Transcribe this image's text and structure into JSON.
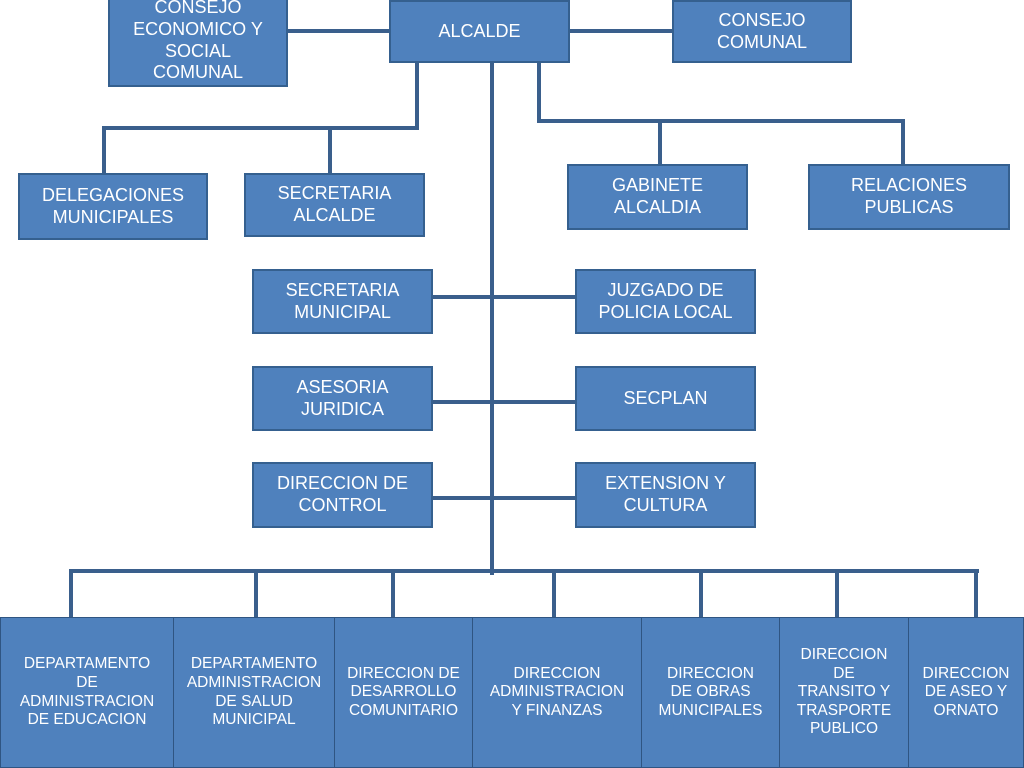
{
  "org_chart": {
    "top": {
      "consejo_economico": "CONSEJO\nECONOMICO Y\nSOCIAL\nCOMUNAL",
      "alcalde": "ALCALDE",
      "consejo_comunal": "CONSEJO\nCOMUNAL"
    },
    "second": {
      "delegaciones": "DELEGACIONES\nMUNICIPALES",
      "secretaria_alcalde": "SECRETARIA\nALCALDE",
      "gabinete": "GABINETE\nALCALDIA",
      "relaciones": "RELACIONES\nPUBLICAS"
    },
    "middle_left": {
      "secretaria_municipal": "SECRETARIA\nMUNICIPAL",
      "asesoria": "ASESORIA\nJURIDICA",
      "control": "DIRECCION DE\nCONTROL"
    },
    "middle_right": {
      "juzgado": "JUZGADO DE\nPOLICIA LOCAL",
      "secplan": "SECPLAN",
      "extension": "EXTENSION Y\nCULTURA"
    },
    "bottom": [
      "DEPARTAMENTO\nDE\nADMINISTRACION\nDE EDUCACION",
      "DEPARTAMENTO\nADMINISTRACION\nDE SALUD\nMUNICIPAL",
      "DIRECCION DE\nDESARROLLO\nCOMUNITARIO",
      "DIRECCION\nADMINISTRACION\nY FINANZAS",
      "DIRECCION\nDE OBRAS\nMUNICIPALES",
      "DIRECCION\nDE\nTRANSITO Y\nTRASPORTE\nPUBLICO",
      "DIRECCION\nDE ASEO Y\nORNATO"
    ]
  },
  "colors": {
    "box_fill": "#4f81bd",
    "box_border": "#35608f",
    "connector": "#3a5f8c",
    "text": "#ffffff"
  }
}
